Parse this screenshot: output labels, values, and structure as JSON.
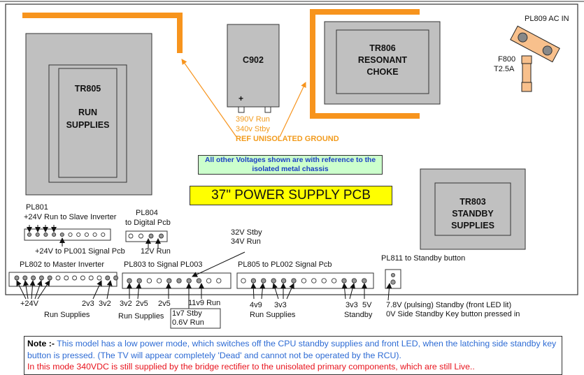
{
  "board_title": "37\" POWER SUPPLY PCB",
  "reference_note": "All other Voltages shown are with reference to the isolated metal chassis",
  "components": {
    "tr805": {
      "id": "TR805",
      "line1": "RUN",
      "line2": "SUPPLIES"
    },
    "c902": {
      "id": "C902",
      "polarity": "+",
      "voltage_run": "390V Run",
      "voltage_stby": "340v Stby"
    },
    "tr806": {
      "id": "TR806",
      "line1": "RESONANT",
      "line2": "CHOKE"
    },
    "tr803": {
      "id": "TR803",
      "line1": "STANDBY",
      "line2": "SUPPLIES"
    },
    "pl809": {
      "label": "PL809 AC IN"
    },
    "f800": {
      "id": "F800",
      "rating": "T2.5A"
    }
  },
  "ground_label": "REF UNISOLATED GROUND",
  "connectors": {
    "pl801": {
      "title": "PL801",
      "subtitle": "+24V Run to Slave Inverter",
      "bottom_label": "+24V to PL001 Signal Pcb",
      "pins": [
        1,
        1,
        1,
        1,
        1,
        0,
        0,
        0,
        0,
        0
      ]
    },
    "pl804": {
      "title": "PL804",
      "subtitle": "to Digital Pcb",
      "bottom_label": "12V Run",
      "pins": [
        0,
        0,
        1,
        1
      ]
    },
    "pl802": {
      "title": "PL802 to Master Inverter",
      "pins": [
        1,
        1,
        1,
        1,
        1,
        0,
        0,
        0,
        0,
        0,
        0,
        1,
        1
      ],
      "labels": {
        "v24": "+24V",
        "v2v3": "2v3",
        "v3v2": "3v2",
        "group": "Run  Supplies"
      }
    },
    "pl803": {
      "title": "PL803 to Signal PL003",
      "pins": [
        1,
        1,
        0,
        0,
        1,
        1,
        1,
        1,
        0,
        0
      ],
      "labels": {
        "v3v2": "3v2",
        "v2v5a": "2v5",
        "v2v5b": "2v5",
        "v11v9": "11v9 Run",
        "group": "Run Supplies",
        "box_line1": "1v7 Stby",
        "box_line2": "0.6V Run",
        "callout_line1": "32V Stby",
        "callout_line2": "34V Run"
      }
    },
    "pl805": {
      "title": "PL805  to PL002 Signal Pcb",
      "pins": [
        0,
        1,
        1,
        1,
        1,
        1,
        0,
        0,
        0,
        0,
        1,
        1,
        1
      ],
      "labels": {
        "v4v9": "4v9",
        "v3v3": "3v3",
        "group_run": "Run Supplies",
        "v3v3_stby": "3v3",
        "v5": "5V",
        "group_stby": "Standby"
      }
    },
    "pl811": {
      "title": "PL811 to Standby button",
      "line1": "7.8V (pulsing) Standby (front LED lit)",
      "line2": "0V Side Standby Key button pressed in"
    }
  },
  "note": {
    "prefix": "Note :-",
    "blue_text": "  This model has a low power mode, which switches off the CPU standby supplies and front LED, when the latching side standby key button is pressed.  (The TV will appear completely 'Dead' and cannot not be operated by the RCU).",
    "red_text": "In this mode 340VDC is still supplied by the bridge rectifier to the unisolated primary components, which are still Live.."
  },
  "colors": {
    "orange": "#f7941d",
    "component_gray": "#c0c0c0",
    "fuse_peach": "#f8c08c",
    "info_green": "#ccffcc",
    "title_yellow": "#ffff00",
    "note_blue": "#2d6bd4",
    "note_red": "#e8121c"
  }
}
